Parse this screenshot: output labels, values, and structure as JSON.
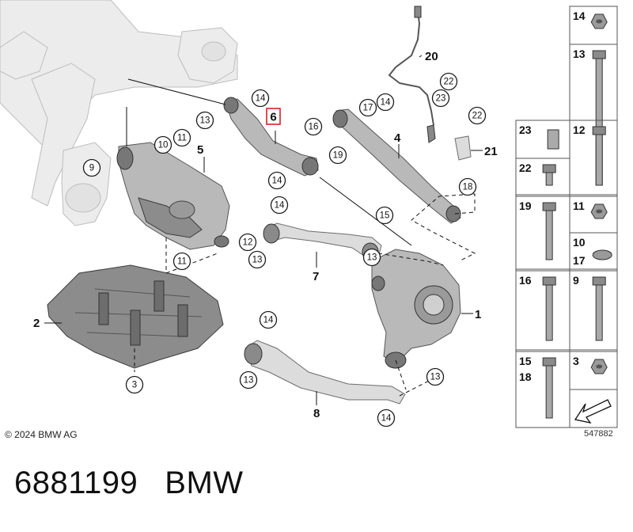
{
  "copyright": "© 2024 BMW AG",
  "diagram_id": "547882",
  "footer": {
    "part_number": "6881199",
    "brand": "BMW"
  },
  "highlighted_callout": "6",
  "callouts": [
    {
      "id": "c14a",
      "label": "14"
    },
    {
      "id": "c13a",
      "label": "13"
    },
    {
      "id": "c9",
      "label": "9"
    },
    {
      "id": "c10",
      "label": "10"
    },
    {
      "id": "c11a",
      "label": "11"
    },
    {
      "id": "c19",
      "label": "19"
    },
    {
      "id": "c14b",
      "label": "14"
    },
    {
      "id": "c17",
      "label": "17"
    },
    {
      "id": "c14c",
      "label": "14"
    },
    {
      "id": "c16",
      "label": "16"
    },
    {
      "id": "c22a",
      "label": "22"
    },
    {
      "id": "c23a",
      "label": "23"
    },
    {
      "id": "c22b",
      "label": "22"
    },
    {
      "id": "c18",
      "label": "18"
    },
    {
      "id": "c14d",
      "label": "14"
    },
    {
      "id": "c15",
      "label": "15"
    },
    {
      "id": "c12",
      "label": "12"
    },
    {
      "id": "c13b",
      "label": "13"
    },
    {
      "id": "c11b",
      "label": "11"
    },
    {
      "id": "c13c",
      "label": "13"
    },
    {
      "id": "c14e",
      "label": "14"
    },
    {
      "id": "c13d",
      "label": "13"
    },
    {
      "id": "c13e",
      "label": "13"
    },
    {
      "id": "c14f",
      "label": "14"
    },
    {
      "id": "c3",
      "label": "3"
    }
  ],
  "part_labels": [
    {
      "id": "p20",
      "label": "20"
    },
    {
      "id": "p5",
      "label": "5"
    },
    {
      "id": "p4",
      "label": "4"
    },
    {
      "id": "p21",
      "label": "21"
    },
    {
      "id": "p7",
      "label": "7"
    },
    {
      "id": "p1",
      "label": "1"
    },
    {
      "id": "p2",
      "label": "2"
    },
    {
      "id": "p8",
      "label": "8"
    }
  ],
  "hardware_cells": [
    {
      "id": "h14",
      "labels": [
        "14"
      ]
    },
    {
      "id": "h13",
      "labels": [
        "13"
      ]
    },
    {
      "id": "h23",
      "labels": [
        "23"
      ]
    },
    {
      "id": "h12",
      "labels": [
        "12"
      ]
    },
    {
      "id": "h22",
      "labels": [
        "22"
      ]
    },
    {
      "id": "h19",
      "labels": [
        "19"
      ]
    },
    {
      "id": "h11",
      "labels": [
        "11"
      ]
    },
    {
      "id": "h10",
      "labels": [
        "10",
        "17"
      ]
    },
    {
      "id": "h16",
      "labels": [
        "16"
      ]
    },
    {
      "id": "h9",
      "labels": [
        "9"
      ]
    },
    {
      "id": "h15",
      "labels": [
        "15",
        "18"
      ]
    },
    {
      "id": "h3",
      "labels": [
        "3"
      ]
    }
  ]
}
